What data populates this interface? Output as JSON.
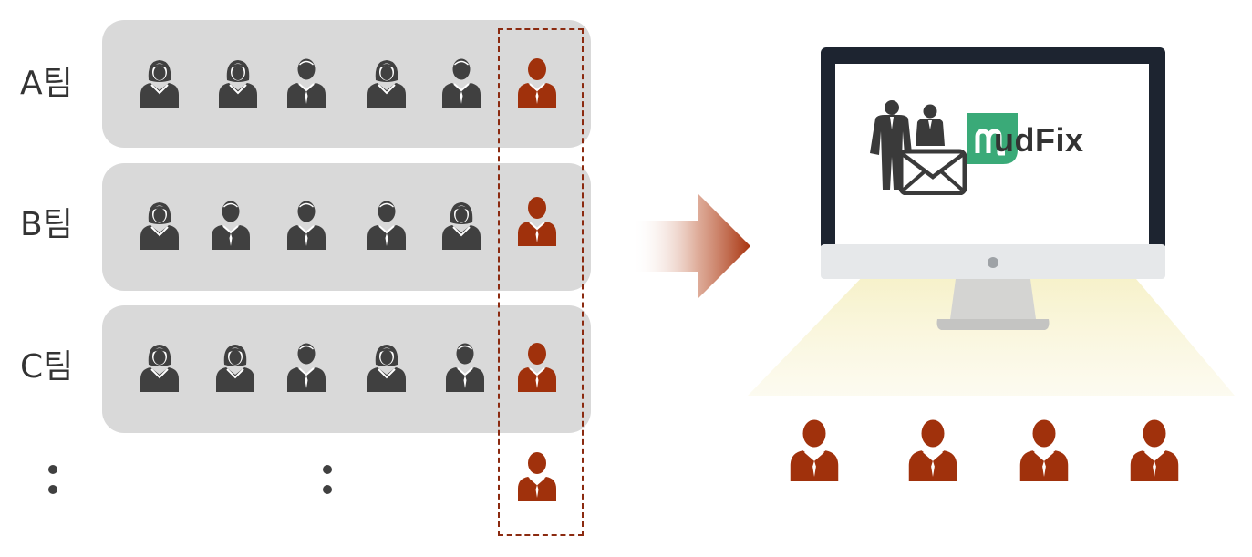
{
  "teams": [
    {
      "label": "A팀",
      "members": [
        "female",
        "female",
        "male",
        "female",
        "male"
      ]
    },
    {
      "label": "B팀",
      "members": [
        "female",
        "male",
        "male",
        "male",
        "female"
      ]
    },
    {
      "label": "C팀",
      "members": [
        "female",
        "female",
        "male",
        "female",
        "male"
      ]
    }
  ],
  "logo": {
    "text": "udFix",
    "brand_color": "#3aaa78"
  },
  "colors": {
    "leader": "#a0310c",
    "member": "#404040",
    "panel": "#d9d9d9",
    "selection_border": "#8b2a10",
    "monitor_frame": "#1d2430",
    "light": "#f7f2c8"
  },
  "icons": {
    "member": "person-icon",
    "leader": "leader-person-icon",
    "arrow": "arrow-right-icon",
    "mail": "envelope-icon",
    "monitor": "monitor-icon"
  },
  "audience_count": 4
}
